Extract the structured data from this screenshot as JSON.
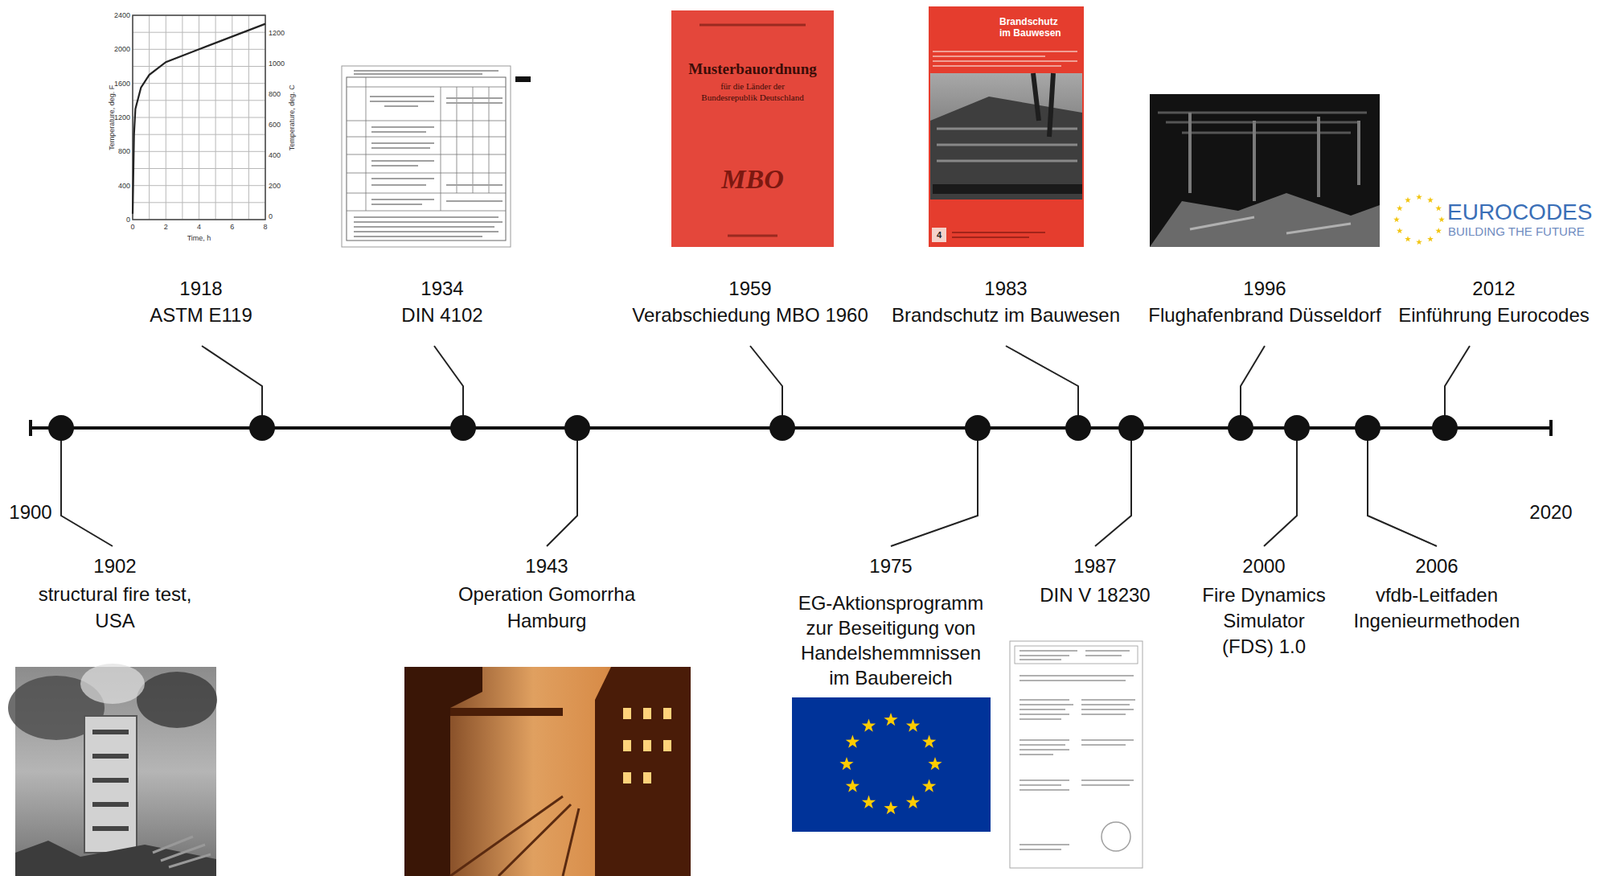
{
  "diagram": {
    "labels": [
      "1918",
      "ASTM E119",
      "1934",
      "DIN 4102",
      "1959",
      "Verabschiedung MBO 1960",
      "1983",
      "Brandschutz im Bauwesen",
      "1996",
      "Flughafenbrand Düsseldorf",
      "2012",
      "Einführung Eurocodes",
      "1900",
      "2020",
      "1902",
      "structural fire test, USA",
      "1943",
      "Operation Gomorrha Hamburg",
      "1975",
      "EG-Aktionsprogramm zur Beseitigung von Handelshemmnissen im Baubereich",
      "1987",
      "DIN V 18230",
      "2000",
      "Fire Dynamics Simulator (FDS) 1.0",
      "2006",
      "vfdb-Leitfaden Ingenieurmethoden",
      "Musterbauordnung",
      "für die Länder der Bundesrepublik Deutschland",
      "MBO",
      "Brandschutz im Bauwesen",
      "4",
      "EUROCODES",
      "BUILDING THE FUTURE",
      "2400",
      "2000",
      "1600",
      "1200",
      "800",
      "400",
      "0",
      "1200",
      "1000",
      "800",
      "600",
      "400",
      "200",
      "0",
      "0",
      "2",
      "4",
      "6",
      "8",
      "Time, h",
      "Temperature, deg. F",
      "Temperature, deg. C"
    ]
  }
}
